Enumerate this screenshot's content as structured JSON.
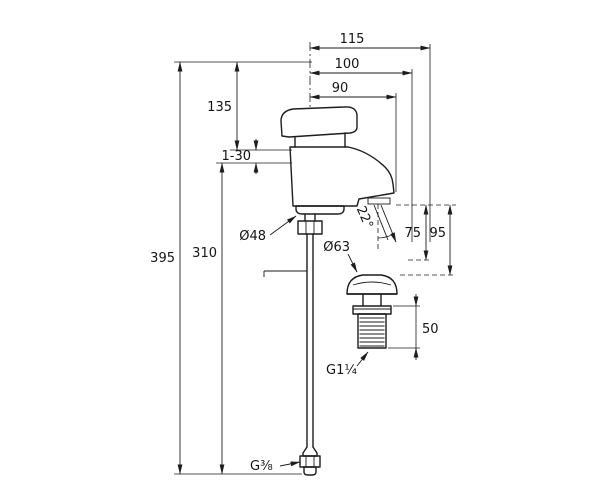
{
  "drawing": {
    "subject": "single-lever basin mixer with pop-up waste - dimensional drawing",
    "colors": {
      "line": "#1d1d1d",
      "background": "#ffffff"
    },
    "dims": {
      "d115": "115",
      "d100": "100",
      "d90": "90",
      "d135": "135",
      "clamp": "1-30",
      "d395": "395",
      "d310": "310",
      "dia48": "Ø48",
      "dia63": "Ø63",
      "angle": "22°",
      "d75": "75",
      "d95": "95",
      "d50": "50",
      "thread_waste": "G1¼",
      "thread_supply": "G⅜"
    }
  }
}
